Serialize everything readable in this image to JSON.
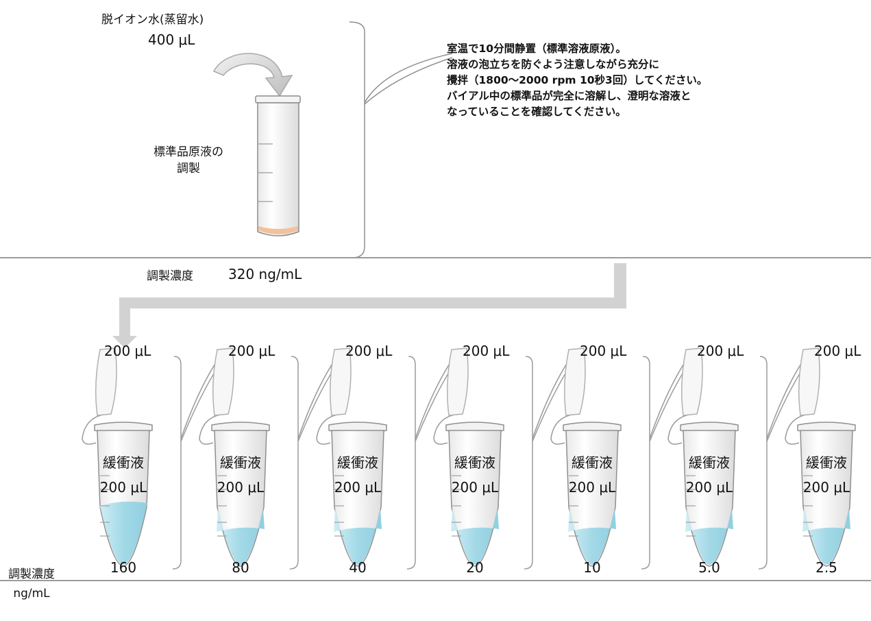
{
  "stock": {
    "water_label": "脱イオン水(蒸留水)",
    "water_volume": "400 μL",
    "tube_label_line1": "標準品原液の",
    "tube_label_line2": "調製",
    "instructions": [
      "室温で10分間静置（標準溶液原液）。",
      "溶液の泡立ちを防ぐよう注意しながら充分に",
      "攪拌（1800～2000 rpm 10秒3回）してください。",
      "バイアル中の標準品が完全に溶解し、澄明な溶液と",
      "なっていることを確認してください。"
    ],
    "prep_conc_label": "調製濃度",
    "prep_conc_value": "320 ng/mL"
  },
  "dilution": {
    "transfer_volume": "200 μL",
    "buffer_label": "緩衝液",
    "buffer_volume": "200 μL",
    "conc_label_line1": "調製濃度",
    "conc_label_line2": "ng/mL",
    "concentrations": [
      "160",
      "80",
      "40",
      "20",
      "10",
      "5.0",
      "2.5"
    ]
  },
  "colors": {
    "liquid_blue": "#a8dbe8",
    "stock_orange": "#f3c19c",
    "arrow_gray": "#cfcfcf",
    "line_gray": "#9a9a9a"
  }
}
